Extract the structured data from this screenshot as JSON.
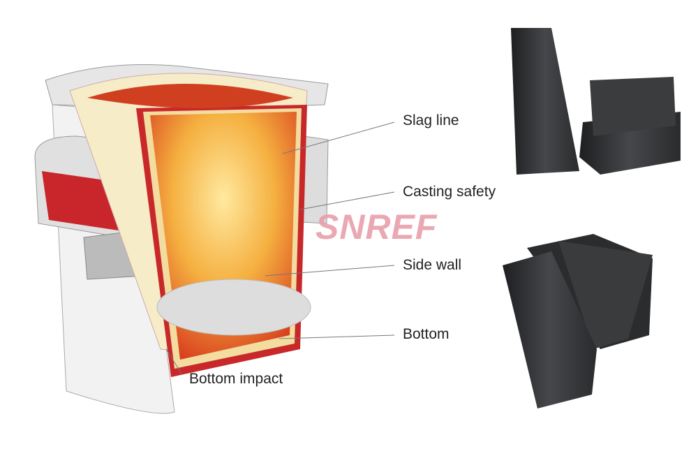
{
  "diagram": {
    "labels": {
      "slag_line": "Slag line",
      "casting_safety": "Casting safety",
      "side_wall": "Side wall",
      "bottom": "Bottom",
      "bottom_impact": "Bottom impact"
    },
    "watermark": "SNREF",
    "colors": {
      "shell": "#e8e8e8",
      "lining_red": "#c8282a",
      "hot_core": "#f0a030",
      "brick": "#2e2f31"
    }
  }
}
